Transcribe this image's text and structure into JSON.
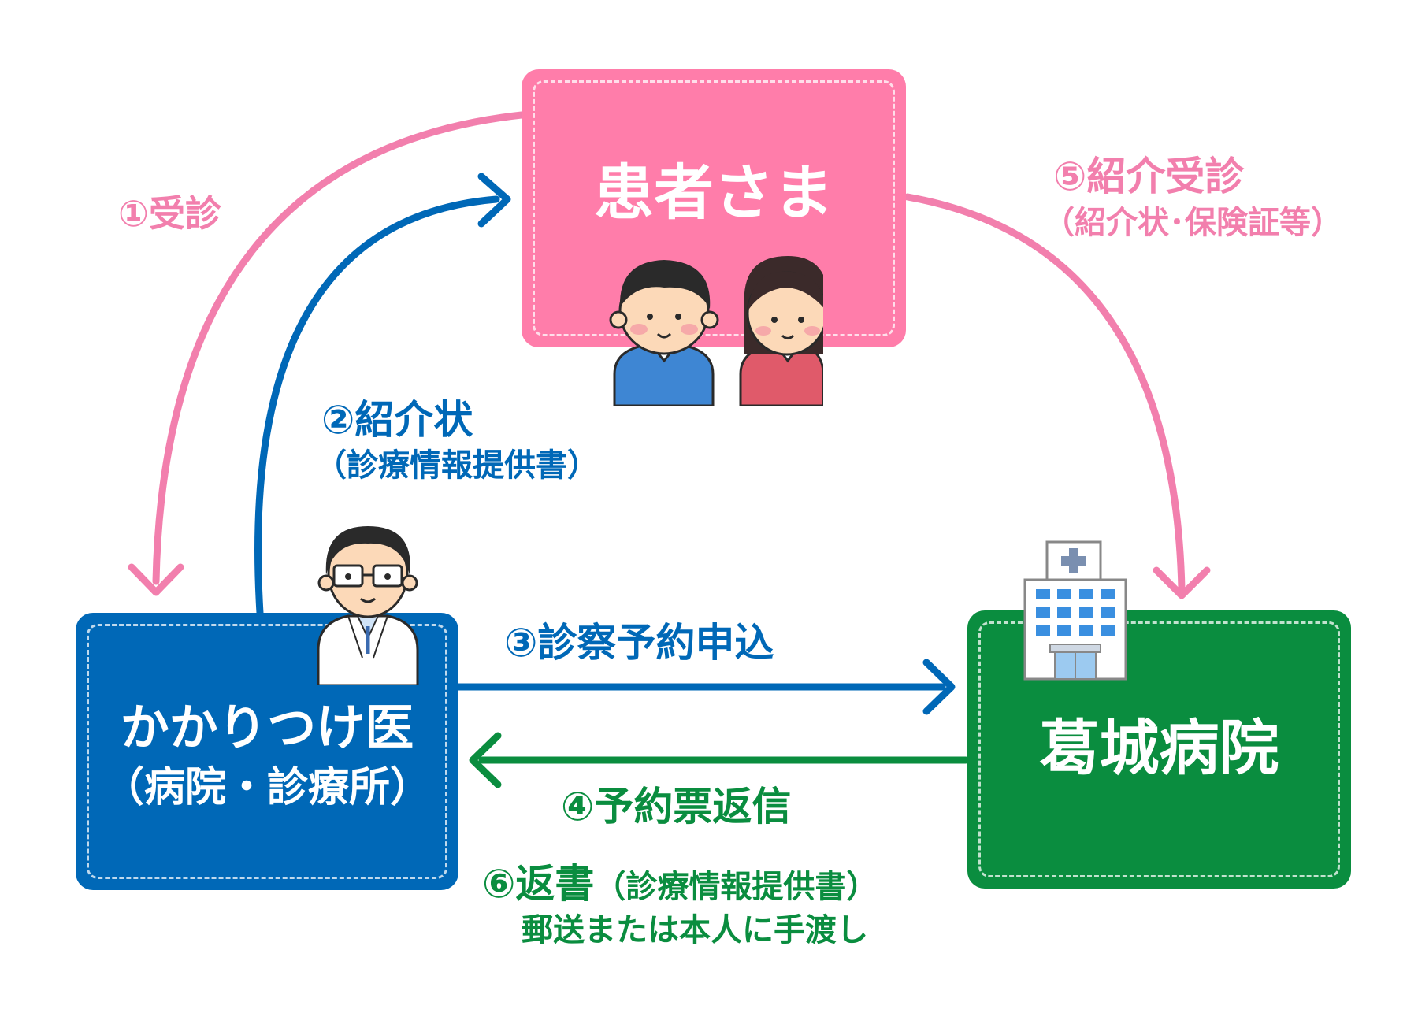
{
  "nodes": {
    "patient": {
      "title": "患者さま"
    },
    "doctor": {
      "title": "かかりつけ医",
      "subtitle": "（病院・診療所）"
    },
    "hospital": {
      "title": "葛城病院"
    }
  },
  "steps": {
    "s1": {
      "label": "①受診"
    },
    "s2": {
      "label": "②紹介状",
      "sub": "（診療情報提供書）"
    },
    "s3": {
      "label": "③診察予約申込"
    },
    "s4": {
      "label": "④予約票返信"
    },
    "s5": {
      "label": "⑤紹介受診",
      "sub": "（紹介状･保険証等）"
    },
    "s6": {
      "label": "⑥返書",
      "label_paren": "（診療情報提供書）",
      "sub": "郵送または本人に手渡し"
    }
  },
  "colors": {
    "patient": "#ff7daa",
    "doctor": "#0068b7",
    "hospital": "#0a8d3f",
    "pink_arrow": "#f27fad",
    "blue_arrow": "#0068b7",
    "green_arrow": "#0a8d3f"
  },
  "icons": [
    "patients-illustration-icon",
    "doctor-illustration-icon",
    "hospital-building-icon"
  ]
}
